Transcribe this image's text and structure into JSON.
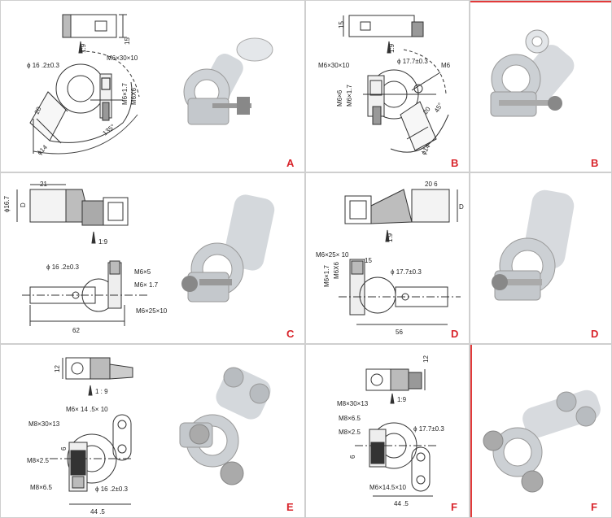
{
  "panels": [
    {
      "id": "A",
      "letter": "A",
      "labels": {
        "h15": "15",
        "taper": "1:9",
        "d_ring": "ϕ 16 .2±0.3",
        "screw_a": "M6×30×10",
        "screw_b": "M6×1.7",
        "screw_c": "M6X6",
        "angle": "135°",
        "len20": "20",
        "d14": "ϕ14"
      }
    },
    {
      "id": "B",
      "letter": "B",
      "labels": {
        "h15": "15",
        "taper": "1:9",
        "screw_a": "M6×30×10",
        "d_ring": "ϕ 17.7±0.3",
        "m6": "M6",
        "screw_b": "M6×6",
        "screw_c": "M6×1.7",
        "len20": "20",
        "angle": "45°",
        "d14": "ϕ14"
      }
    },
    {
      "id": "C",
      "letter": "C",
      "labels": {
        "w21": "21",
        "h16": "ϕ16.7",
        "dD": "D",
        "taper": "1:9",
        "d_ring": "ϕ 16 .2±0.3",
        "screw_a": "M6×5",
        "screw_b": "M6× 1.7",
        "screw_c": "M6×25×10",
        "len62": "62"
      }
    },
    {
      "id": "D",
      "letter": "D",
      "labels": {
        "w20": "20 6",
        "dD": "D",
        "taper": "1:9",
        "screw_a": "M6×25× 10",
        "w15": "15",
        "d_ring": "ϕ 17.7±0.3",
        "screw_b": "M6×1.7",
        "screw_c": "M6X6",
        "len56": "56"
      }
    },
    {
      "id": "E",
      "letter": "E",
      "labels": {
        "h12": "12",
        "taper": "1 : 9",
        "screw_a": "M6× 14 .5× 10",
        "screw_b": "M8×30×13",
        "h6": "6",
        "screw_c": "M8×2.5",
        "screw_d": "M8×6.5",
        "d_ring": "ϕ 16 .2±0.3",
        "len44": "44 .5"
      }
    },
    {
      "id": "F",
      "letter": "F",
      "labels": {
        "h12": "12",
        "taper": "1:9",
        "screw_a": "M8×30×13",
        "screw_b": "M8×6.5",
        "screw_c": "M8×2.5",
        "d_ring": "ϕ 17.7±0.3",
        "h6": "6",
        "screw_d": "M6×14.5×10",
        "len44": "44 .5"
      }
    }
  ]
}
